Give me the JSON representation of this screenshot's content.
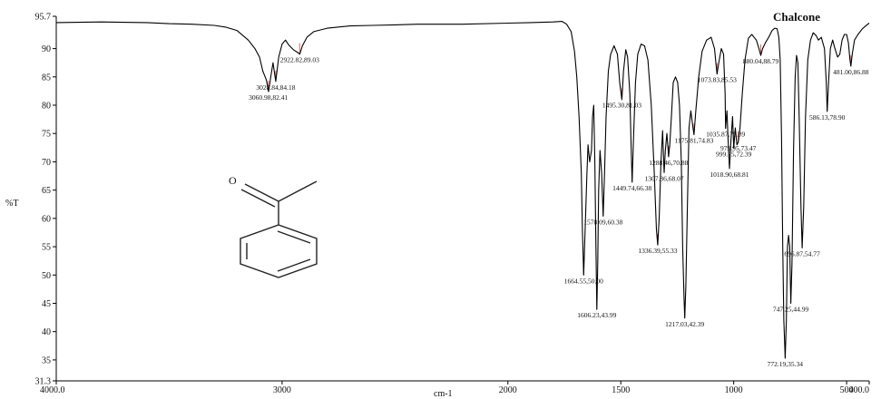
{
  "chart_data": {
    "type": "line",
    "title": "Chalcone",
    "xlabel": "cm-1",
    "ylabel": "%T",
    "xlim": [
      4000,
      400
    ],
    "ylim": [
      31.3,
      95.7
    ],
    "x_ticks": [
      {
        "value": 4000,
        "label": "4000.0"
      },
      {
        "value": 3000,
        "label": "3000"
      },
      {
        "value": 2000,
        "label": "2000"
      },
      {
        "value": 1500,
        "label": "1500"
      },
      {
        "value": 1000,
        "label": "1000"
      },
      {
        "value": 500,
        "label": "500"
      },
      {
        "value": 400,
        "label": "400.0"
      }
    ],
    "y_ticks": [
      {
        "value": 95.7,
        "label": "95.7"
      },
      {
        "value": 90,
        "label": "90"
      },
      {
        "value": 85,
        "label": "85"
      },
      {
        "value": 80,
        "label": "80"
      },
      {
        "value": 75,
        "label": "75"
      },
      {
        "value": 70,
        "label": "70"
      },
      {
        "value": 65,
        "label": "65"
      },
      {
        "value": 60,
        "label": "60"
      },
      {
        "value": 55,
        "label": "55"
      },
      {
        "value": 50,
        "label": "50"
      },
      {
        "value": 45,
        "label": "45"
      },
      {
        "value": 40,
        "label": "40"
      },
      {
        "value": 35,
        "label": "35"
      },
      {
        "value": 31.3,
        "label": "31.3"
      }
    ],
    "series": [
      {
        "points": [
          [
            4000,
            94.6
          ],
          [
            3800,
            94.7
          ],
          [
            3600,
            94.6
          ],
          [
            3500,
            94.4
          ],
          [
            3400,
            94.3
          ],
          [
            3300,
            94.1
          ],
          [
            3250,
            93.8
          ],
          [
            3200,
            93.2
          ],
          [
            3150,
            91.5
          ],
          [
            3120,
            90.0
          ],
          [
            3100,
            88.5
          ],
          [
            3085,
            86.0
          ],
          [
            3070,
            84.5
          ],
          [
            3060,
            82.4
          ],
          [
            3050,
            85.0
          ],
          [
            3040,
            87.5
          ],
          [
            3028,
            84.2
          ],
          [
            3015,
            88.5
          ],
          [
            3000,
            90.8
          ],
          [
            2985,
            91.5
          ],
          [
            2970,
            90.6
          ],
          [
            2950,
            89.8
          ],
          [
            2930,
            89.3
          ],
          [
            2922,
            89.0
          ],
          [
            2910,
            90.5
          ],
          [
            2890,
            92.0
          ],
          [
            2860,
            93.0
          ],
          [
            2800,
            93.6
          ],
          [
            2700,
            94.0
          ],
          [
            2600,
            94.1
          ],
          [
            2500,
            94.2
          ],
          [
            2400,
            94.3
          ],
          [
            2200,
            94.3
          ],
          [
            2000,
            94.5
          ],
          [
            1900,
            94.6
          ],
          [
            1800,
            94.7
          ],
          [
            1760,
            94.8
          ],
          [
            1740,
            94.3
          ],
          [
            1720,
            93.0
          ],
          [
            1705,
            89.5
          ],
          [
            1695,
            85.0
          ],
          [
            1685,
            78.0
          ],
          [
            1675,
            68.0
          ],
          [
            1670,
            58.0
          ],
          [
            1664.55,
            50.0
          ],
          [
            1658,
            58.0
          ],
          [
            1650,
            68.0
          ],
          [
            1645,
            73.0
          ],
          [
            1638,
            70.0
          ],
          [
            1630,
            72.0
          ],
          [
            1625,
            78.0
          ],
          [
            1620,
            80.0
          ],
          [
            1615,
            70.0
          ],
          [
            1610,
            55.0
          ],
          [
            1606.23,
            43.9
          ],
          [
            1602,
            52.0
          ],
          [
            1598,
            65.0
          ],
          [
            1592,
            72.0
          ],
          [
            1585,
            68.0
          ],
          [
            1578.09,
            60.4
          ],
          [
            1572,
            68.0
          ],
          [
            1565,
            78.0
          ],
          [
            1555,
            86.0
          ],
          [
            1545,
            89.0
          ],
          [
            1530,
            90.5
          ],
          [
            1515,
            89.0
          ],
          [
            1505,
            84.0
          ],
          [
            1495.3,
            81.0
          ],
          [
            1488,
            86.0
          ],
          [
            1478,
            89.8
          ],
          [
            1470,
            88.5
          ],
          [
            1460,
            82.0
          ],
          [
            1455,
            74.0
          ],
          [
            1449.74,
            66.4
          ],
          [
            1444,
            74.0
          ],
          [
            1435,
            84.0
          ],
          [
            1425,
            89.0
          ],
          [
            1410,
            90.8
          ],
          [
            1395,
            90.5
          ],
          [
            1380,
            88.0
          ],
          [
            1365,
            80.0
          ],
          [
            1352,
            68.0
          ],
          [
            1342,
            58.0
          ],
          [
            1336.39,
            55.3
          ],
          [
            1330,
            60.0
          ],
          [
            1322,
            70.0
          ],
          [
            1315,
            75.5
          ],
          [
            1310,
            70.0
          ],
          [
            1307.86,
            68.1
          ],
          [
            1303,
            72.0
          ],
          [
            1296,
            75.0
          ],
          [
            1291,
            72.5
          ],
          [
            1288.46,
            70.9
          ],
          [
            1283,
            73.0
          ],
          [
            1276,
            78.0
          ],
          [
            1268,
            84.0
          ],
          [
            1258,
            85.0
          ],
          [
            1248,
            84.0
          ],
          [
            1240,
            80.0
          ],
          [
            1232,
            70.0
          ],
          [
            1226,
            55.0
          ],
          [
            1220,
            46.0
          ],
          [
            1217.03,
            42.4
          ],
          [
            1212,
            48.0
          ],
          [
            1205,
            62.0
          ],
          [
            1198,
            76.0
          ],
          [
            1190,
            79.0
          ],
          [
            1182,
            76.5
          ],
          [
            1175.81,
            74.8
          ],
          [
            1168,
            79.0
          ],
          [
            1155,
            85.0
          ],
          [
            1140,
            89.5
          ],
          [
            1120,
            91.5
          ],
          [
            1100,
            92.0
          ],
          [
            1085,
            90.0
          ],
          [
            1078,
            87.0
          ],
          [
            1073.83,
            85.5
          ],
          [
            1066,
            87.5
          ],
          [
            1055,
            90.0
          ],
          [
            1045,
            89.0
          ],
          [
            1038,
            82.0
          ],
          [
            1035.87,
            75.9
          ],
          [
            1030,
            79.0
          ],
          [
            1024,
            73.0
          ],
          [
            1018.9,
            68.8
          ],
          [
            1012,
            74.0
          ],
          [
            1005,
            78.0
          ],
          [
            999.75,
            72.4
          ],
          [
            993,
            76.0
          ],
          [
            986,
            73.0
          ],
          [
            979.95,
            73.5
          ],
          [
            972,
            76.0
          ],
          [
            962,
            82.0
          ],
          [
            950,
            88.0
          ],
          [
            935,
            91.8
          ],
          [
            920,
            92.5
          ],
          [
            900,
            91.5
          ],
          [
            888,
            90.0
          ],
          [
            880.04,
            88.8
          ],
          [
            872,
            90.0
          ],
          [
            860,
            91.0
          ],
          [
            845,
            92.0
          ],
          [
            830,
            93.2
          ],
          [
            818,
            93.6
          ],
          [
            808,
            93.5
          ],
          [
            800,
            92.0
          ],
          [
            794,
            88.0
          ],
          [
            788,
            74.0
          ],
          [
            783,
            55.0
          ],
          [
            778,
            42.0
          ],
          [
            772.19,
            35.3
          ],
          [
            767,
            42.0
          ],
          [
            762,
            55.0
          ],
          [
            757,
            57.0
          ],
          [
            752,
            55.0
          ],
          [
            747.25,
            45.0
          ],
          [
            742,
            52.0
          ],
          [
            735,
            72.0
          ],
          [
            728,
            85.0
          ],
          [
            722,
            88.8
          ],
          [
            716,
            87.5
          ],
          [
            710,
            78.0
          ],
          [
            702,
            62.0
          ],
          [
            696.87,
            54.8
          ],
          [
            690,
            62.0
          ],
          [
            682,
            78.0
          ],
          [
            672,
            88.0
          ],
          [
            660,
            91.5
          ],
          [
            648,
            92.8
          ],
          [
            635,
            92.3
          ],
          [
            625,
            91.5
          ],
          [
            612,
            92.0
          ],
          [
            598,
            90.0
          ],
          [
            590,
            84.0
          ],
          [
            586.13,
            78.9
          ],
          [
            580,
            84.0
          ],
          [
            572,
            90.0
          ],
          [
            562,
            91.5
          ],
          [
            552,
            90.0
          ],
          [
            540,
            88.5
          ],
          [
            530,
            89.0
          ],
          [
            520,
            91.5
          ],
          [
            510,
            92.5
          ],
          [
            500,
            92.5
          ],
          [
            492,
            91.0
          ],
          [
            485,
            88.0
          ],
          [
            481.0,
            86.9
          ],
          [
            475,
            89.0
          ],
          [
            465,
            91.5
          ],
          [
            450,
            92.5
          ],
          [
            430,
            93.5
          ],
          [
            410,
            94.2
          ],
          [
            400,
            94.5
          ]
        ]
      }
    ],
    "peaks": [
      {
        "x": 3060.98,
        "y": 82.41,
        "label": "3060.98,82.41"
      },
      {
        "x": 3028.0,
        "y": 84.18,
        "label": "3028.84,84.18"
      },
      {
        "x": 2922.0,
        "y": 89.03,
        "label": "2922.82,89.03"
      },
      {
        "x": 1664.55,
        "y": 50.0,
        "label": "1664.55,50.00"
      },
      {
        "x": 1606.23,
        "y": 43.99,
        "label": "1606.23,43.99"
      },
      {
        "x": 1578.09,
        "y": 60.38,
        "label": "1578.09,60.38"
      },
      {
        "x": 1495.3,
        "y": 81.03,
        "label": "1495.30,81.03"
      },
      {
        "x": 1449.74,
        "y": 66.38,
        "label": "1449.74,66.38"
      },
      {
        "x": 1336.39,
        "y": 55.33,
        "label": "1336.39,55.33"
      },
      {
        "x": 1307.86,
        "y": 68.07,
        "label": "1307.86,68.07"
      },
      {
        "x": 1288.46,
        "y": 70.88,
        "label": "1288.46,70.88"
      },
      {
        "x": 1217.03,
        "y": 42.39,
        "label": "1217.03,42.39"
      },
      {
        "x": 1175.81,
        "y": 74.83,
        "label": "1175.81,74.83"
      },
      {
        "x": 1073.83,
        "y": 85.53,
        "label": "1073.83,85.53"
      },
      {
        "x": 1035.87,
        "y": 75.89,
        "label": "1035.87,75.89"
      },
      {
        "x": 1018.9,
        "y": 68.81,
        "label": "1018.90,68.81"
      },
      {
        "x": 999.75,
        "y": 72.39,
        "label": "999.75,72.39"
      },
      {
        "x": 979.95,
        "y": 73.47,
        "label": "979.95,73.47"
      },
      {
        "x": 880.04,
        "y": 88.79,
        "label": "880.04,88.79"
      },
      {
        "x": 772.19,
        "y": 35.34,
        "label": "772.19,35.34"
      },
      {
        "x": 747.25,
        "y": 44.99,
        "label": "747.25,44.99"
      },
      {
        "x": 696.87,
        "y": 54.77,
        "label": "696.87,54.77"
      },
      {
        "x": 586.13,
        "y": 78.9,
        "label": "586.13,78.90"
      },
      {
        "x": 481.0,
        "y": 86.88,
        "label": "481.00,86.88"
      }
    ],
    "grid": false,
    "legend": "none"
  }
}
